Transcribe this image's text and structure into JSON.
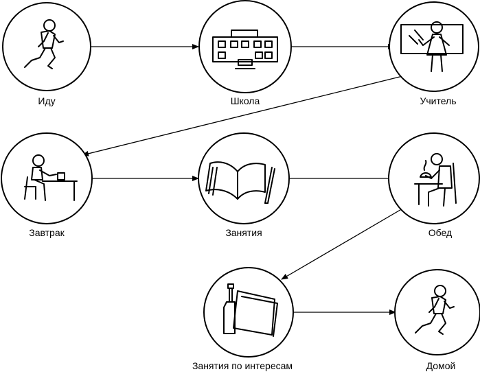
{
  "diagram": {
    "nodes": [
      {
        "id": "go",
        "label": "Иду",
        "icon": "running-boy-icon"
      },
      {
        "id": "school",
        "label": "Школа",
        "icon": "school-building-icon"
      },
      {
        "id": "teacher",
        "label": "Учитель",
        "icon": "teacher-at-board-icon"
      },
      {
        "id": "breakfast",
        "label": "Завтрак",
        "icon": "boy-eating-breakfast-icon"
      },
      {
        "id": "lessons",
        "label": "Занятия",
        "icon": "open-book-icon"
      },
      {
        "id": "lunch",
        "label": "Обед",
        "icon": "boy-eating-lunch-icon"
      },
      {
        "id": "hobbies",
        "label": "Занятия по интересам",
        "icon": "bottle-and-papers-icon"
      },
      {
        "id": "home",
        "label": "Домой",
        "icon": "running-boy-icon"
      }
    ],
    "edges": [
      {
        "from": "go",
        "to": "school"
      },
      {
        "from": "school",
        "to": "teacher"
      },
      {
        "from": "teacher",
        "to": "breakfast"
      },
      {
        "from": "breakfast",
        "to": "lessons"
      },
      {
        "from": "lessons",
        "to": "lunch"
      },
      {
        "from": "lunch",
        "to": "hobbies"
      },
      {
        "from": "hobbies",
        "to": "home"
      }
    ],
    "line_color": "#000000"
  }
}
